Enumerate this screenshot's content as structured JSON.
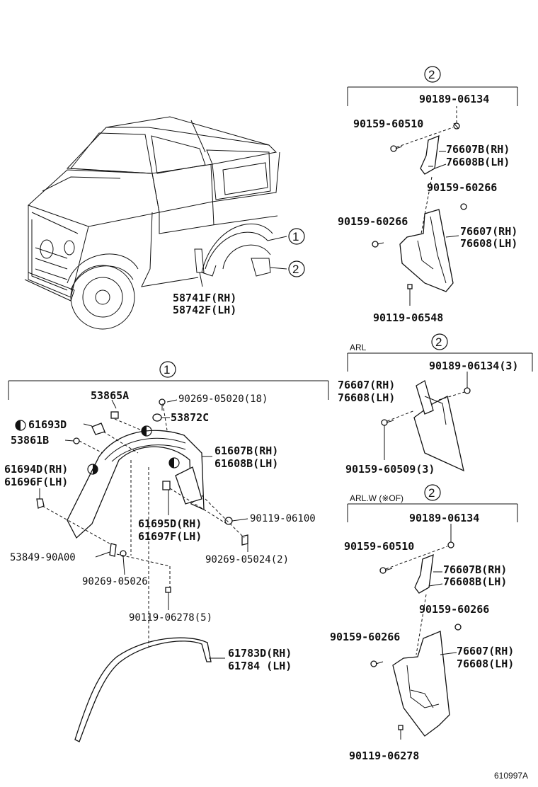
{
  "diagram_id": "610997A",
  "callouts": {
    "one": "1",
    "two": "2"
  },
  "vehicle": {
    "flare_rh": "58741F(RH)",
    "flare_lh": "58742F(LH)"
  },
  "flare_group": {
    "title_callout": "1",
    "labels": [
      "53865A",
      "90269-05020(18)",
      "53872C",
      "61693D",
      "53861B",
      "61694D(RH)",
      "61696F(LH)",
      "61607B(RH)",
      "61608B(LH)",
      "61695D(RH)",
      "61697F(LH)",
      "90119-06100",
      "90269-05024(2)",
      "53849-90A00",
      "90269-05026",
      "90119-06278(5)",
      "61783D(RH)",
      "61784  (LH)"
    ]
  },
  "mudguard_top": {
    "callout": "2",
    "labels": [
      "90189-06134",
      "90159-60510",
      "76607B(RH)",
      "76608B(LH)",
      "90159-60266",
      "90159-60266",
      "76607(RH)",
      "76608(LH)",
      "90119-06548"
    ]
  },
  "mudguard_arl": {
    "callout": "2",
    "variant": "ARL",
    "labels": [
      "90189-06134(3)",
      "76607(RH)",
      "76608(LH)",
      "90159-60509(3)"
    ]
  },
  "mudguard_arlw": {
    "callout": "2",
    "variant": "ARL.W (※OF)",
    "labels": [
      "90189-06134",
      "90159-60510",
      "76607B(RH)",
      "76608B(LH)",
      "90159-60266",
      "90159-60266",
      "76607(RH)",
      "76608(LH)",
      "90119-06278"
    ]
  }
}
